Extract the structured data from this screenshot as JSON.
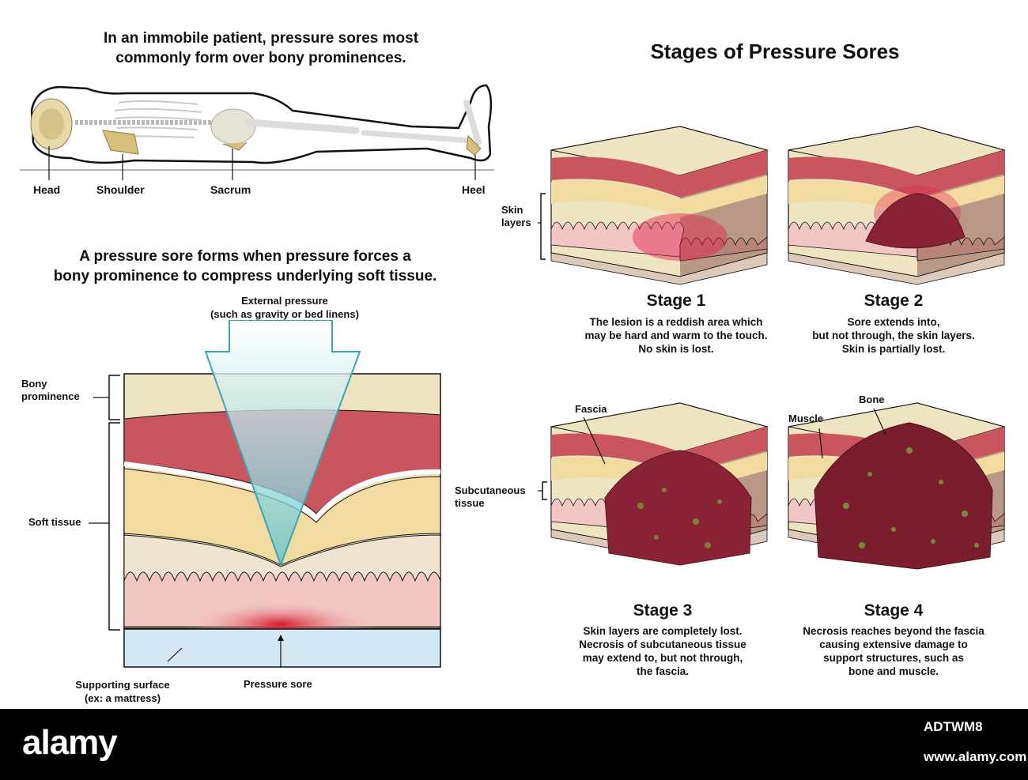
{
  "body_section": {
    "title": "In an immobile patient, pressure sores most\ncommonly form over bony prominences.",
    "labels": {
      "head": "Head",
      "shoulder": "Shoulder",
      "sacrum": "Sacrum",
      "heel": "Heel"
    }
  },
  "mechanism_section": {
    "title": "A pressure sore forms when pressure forces a\nbony prominence to compress underlying soft tissue.",
    "external_pressure": "External pressure\n(such as gravity or bed linens)",
    "bony_prominence": "Bony\nprominence",
    "soft_tissue": "Soft tissue",
    "supporting_surface": "Supporting surface\n(ex: a mattress)",
    "pressure_sore": "Pressure sore"
  },
  "stages_section": {
    "title": "Stages of Pressure Sores",
    "labels": {
      "skin_layers": "Skin\nlayers",
      "subcutaneous_tissue": "Subcutaneous\ntissue",
      "fascia": "Fascia",
      "muscle": "Muscle",
      "bone": "Bone"
    },
    "stages": [
      {
        "name": "Stage 1",
        "description": "The lesion is a reddish area which\nmay be hard and warm to the touch.\nNo skin is lost."
      },
      {
        "name": "Stage 2",
        "description": "Sore extends into,\nbut not through, the skin layers.\nSkin is partially lost."
      },
      {
        "name": "Stage 3",
        "description": "Skin layers are completely lost.\nNecrosis of subcutaneous tissue\nmay extend to, but not through,\nthe fascia."
      },
      {
        "name": "Stage 4",
        "description": "Necrosis reaches beyond the fascia\ncausing extensive damage to\nsupport structures, such as\nbone and muscle."
      }
    ]
  },
  "watermark": {
    "logo": "alamy",
    "image_id": "ADTWM8",
    "url": "www.alamy.com"
  },
  "colors": {
    "muscle": "#c9565e",
    "fat": "#f1dba0",
    "skin": "#f2c7c3",
    "bone": "#efe4c2",
    "sore": "#8a2235",
    "mattress": "#d3e8f2",
    "arrow": "#5bc3cf"
  }
}
